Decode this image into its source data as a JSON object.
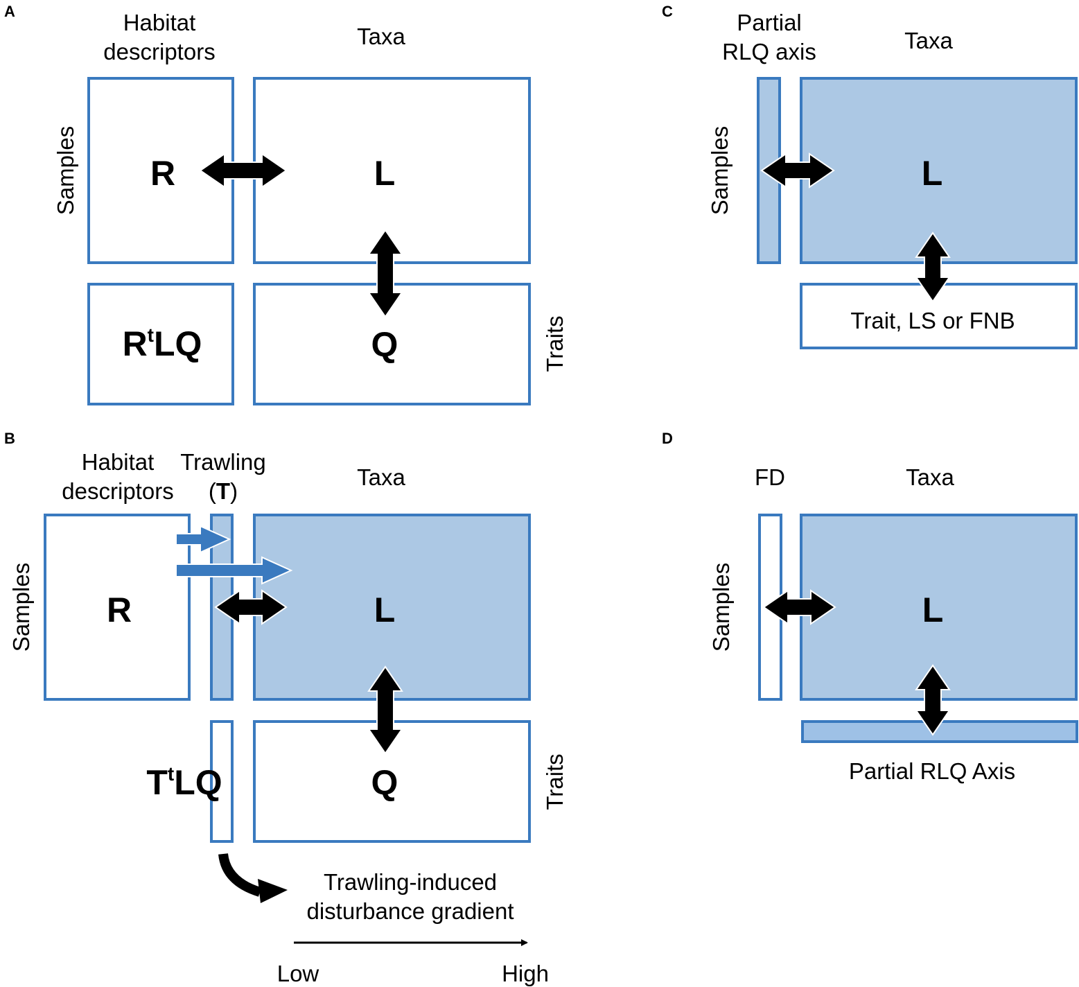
{
  "colors": {
    "border": "#3a7abf",
    "fill_light": "#acc8e4",
    "fill_axis": "#9ec1e6",
    "arrow_blue": "#3a7abf",
    "arrow_black": "#000000"
  },
  "panel_a": {
    "letter": "A",
    "col_header_1a": "Habitat",
    "col_header_1b": "descriptors",
    "col_header_2": "Taxa",
    "row_header": "Samples",
    "side_label": "Traits",
    "matrix_r": "R",
    "matrix_l": "L",
    "matrix_q": "Q",
    "product_r": "R",
    "product_sup": "t",
    "product_lq": "LQ"
  },
  "panel_b": {
    "letter": "B",
    "col_header_1a": "Habitat",
    "col_header_1b": "descriptors",
    "col_header_2a": "Trawling",
    "col_header_2b_open": "(",
    "col_header_2b_t": "T",
    "col_header_2b_close": ")",
    "col_header_3": "Taxa",
    "row_header": "Samples",
    "side_label": "Traits",
    "matrix_r": "R",
    "matrix_l": "L",
    "matrix_q": "Q",
    "product_t": "T",
    "product_sup": "t",
    "product_lq": "LQ",
    "gradient_line1": "Trawling-induced",
    "gradient_line2": "disturbance gradient",
    "gradient_low": "Low",
    "gradient_high": "High"
  },
  "panel_c": {
    "letter": "C",
    "col_header_1a": "Partial",
    "col_header_1b": "RLQ axis",
    "col_header_2": "Taxa",
    "row_header": "Samples",
    "matrix_l": "L",
    "bottom_box_label": "Trait, LS or FNB"
  },
  "panel_d": {
    "letter": "D",
    "col_header_1": "FD",
    "col_header_2": "Taxa",
    "row_header": "Samples",
    "matrix_l": "L",
    "bottom_label": "Partial RLQ Axis"
  }
}
